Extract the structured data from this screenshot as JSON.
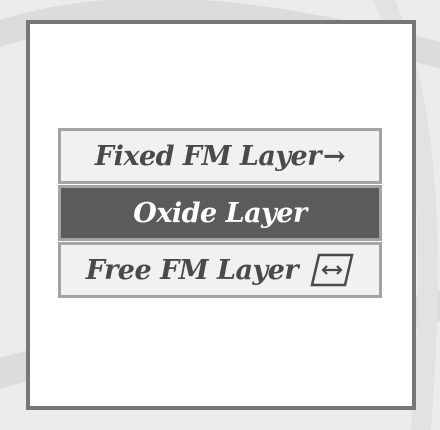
{
  "layers": {
    "fixed": {
      "label": "Fixed FM Layer",
      "arrow": "→"
    },
    "oxide": {
      "label": "Oxide Layer"
    },
    "free": {
      "label": "Free FM Layer",
      "icon": "bidirectional-arrow-parallelogram-icon"
    }
  },
  "colors": {
    "frame_border": "#777777",
    "layer_border": "#a3a3a3",
    "light_layer_fill": "#f1f1f1",
    "oxide_fill": "#5b5b5b",
    "text_dark": "#4a4a4a",
    "text_light": "#ffffff"
  }
}
